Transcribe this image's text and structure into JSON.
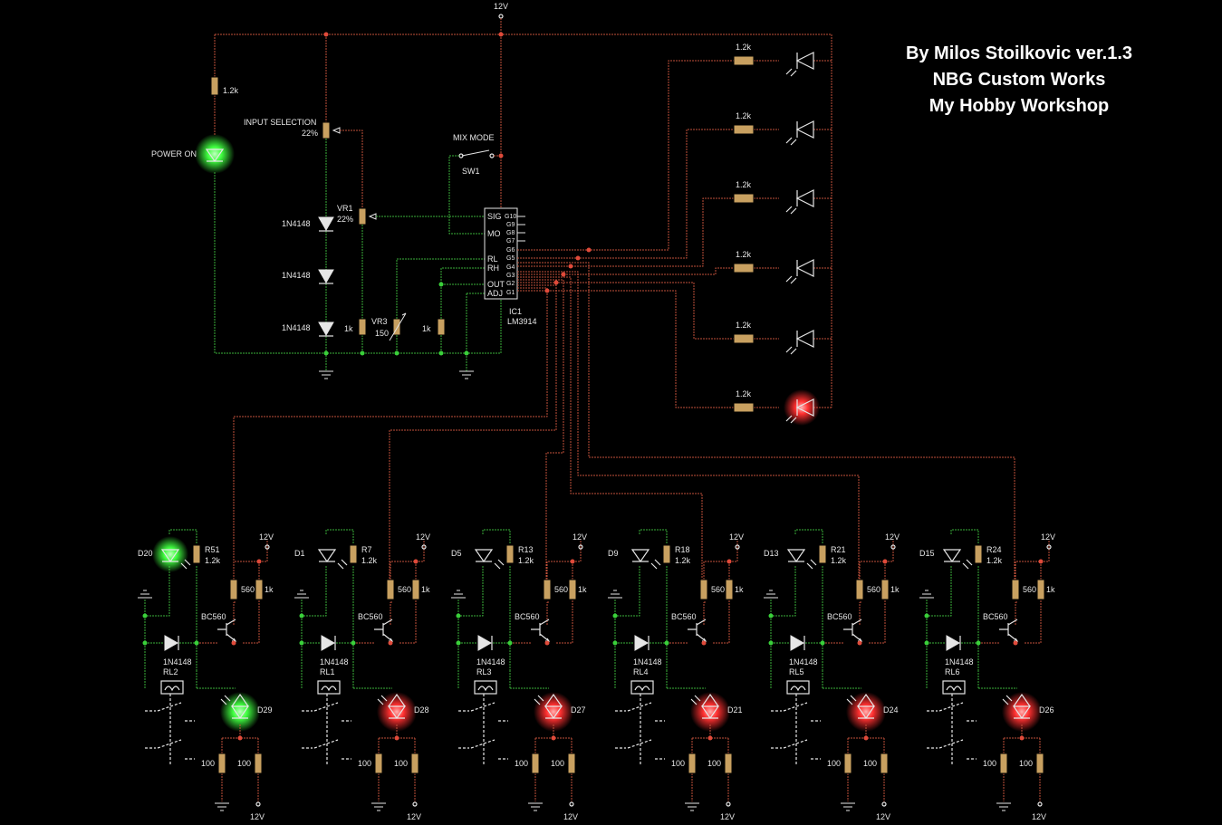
{
  "credits": [
    "By Milos Stoilkovic ver.1.3",
    "NBG Custom Works",
    "My Hobby Workshop"
  ],
  "colors": {
    "wire_active": "#c0503a",
    "wire_ground": "#3ab03a",
    "led_green": "#40ff40",
    "led_red": "#ff3030"
  },
  "top": {
    "supply": "12V",
    "power_resistor": "1.2k",
    "power_led": "POWER ON",
    "input_selection": "INPUT SELECTION",
    "input_selection_value": "22%",
    "mix_mode": "MIX MODE",
    "switch": "SW1",
    "vr1": "VR1",
    "vr1_value": "22%",
    "diodes": [
      "1N4148",
      "1N4148",
      "1N4148"
    ],
    "r_1k_a": "1k",
    "vr3": "VR3",
    "vr3_value": "150",
    "r_1k_b": "1k",
    "ic_name": "IC1",
    "ic_part": "LM3914",
    "ic_left_pins": [
      "SIG",
      "MO",
      "RL",
      "RH",
      "OUT",
      "ADJ"
    ],
    "ic_right_pins": [
      "G10",
      "G9",
      "G8",
      "G7",
      "G6",
      "G5",
      "G4",
      "G3",
      "G2",
      "G1"
    ]
  },
  "led_bar": {
    "resistor": "1.2k",
    "count": 6,
    "lit": [
      false,
      false,
      false,
      false,
      false,
      true
    ]
  },
  "channels": [
    {
      "diode": "D20",
      "res": "R51",
      "res_val": "1.2k",
      "relay": "RL2",
      "out_led": "D29",
      "indicator_lit": true,
      "out_lit": true,
      "out_color": "green"
    },
    {
      "diode": "D1",
      "res": "R7",
      "res_val": "1.2k",
      "relay": "RL1",
      "out_led": "D28",
      "indicator_lit": false,
      "out_lit": true,
      "out_color": "red"
    },
    {
      "diode": "D5",
      "res": "R13",
      "res_val": "1.2k",
      "relay": "RL3",
      "out_led": "D27",
      "indicator_lit": false,
      "out_lit": true,
      "out_color": "red"
    },
    {
      "diode": "D9",
      "res": "R18",
      "res_val": "1.2k",
      "relay": "RL4",
      "out_led": "D21",
      "indicator_lit": false,
      "out_lit": true,
      "out_color": "red"
    },
    {
      "diode": "D13",
      "res": "R21",
      "res_val": "1.2k",
      "relay": "RL5",
      "out_led": "D24",
      "indicator_lit": false,
      "out_lit": true,
      "out_color": "red"
    },
    {
      "diode": "D15",
      "res": "R24",
      "res_val": "1.2k",
      "relay": "RL6",
      "out_led": "D26",
      "indicator_lit": false,
      "out_lit": true,
      "out_color": "red"
    }
  ],
  "channel_common": {
    "supply": "12V",
    "r560": "560",
    "r1k": "1k",
    "transistor": "BC560",
    "diode": "1N4148",
    "r100": "100"
  }
}
